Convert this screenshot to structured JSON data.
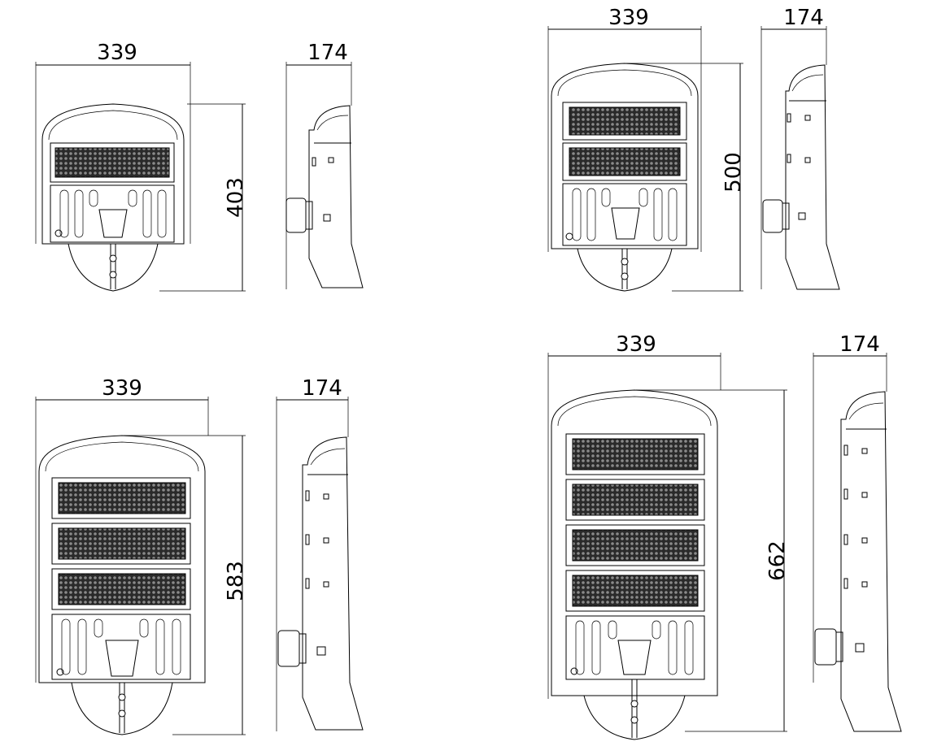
{
  "drawings": [
    {
      "width": "339",
      "depth": "174",
      "height": "403",
      "modules": 1
    },
    {
      "width": "339",
      "depth": "174",
      "height": "500",
      "modules": 2
    },
    {
      "width": "339",
      "depth": "174",
      "height": "583",
      "modules": 3
    },
    {
      "width": "339",
      "depth": "174",
      "height": "662",
      "modules": 4
    }
  ]
}
